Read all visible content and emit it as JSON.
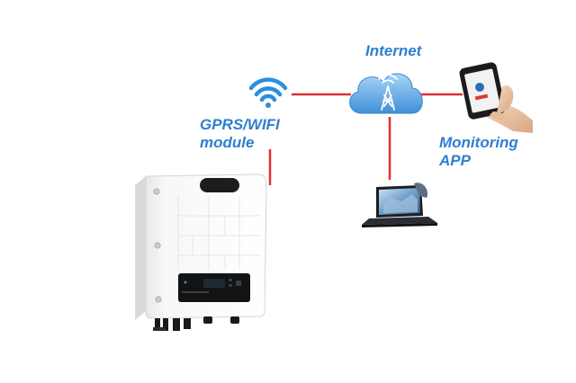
{
  "labels": {
    "gprs_wifi": "GPRS/WIFI",
    "module": "module",
    "internet": "Internet",
    "monitoring": "Monitoring",
    "app": "APP"
  },
  "icons": {
    "wifi": "wifi-icon",
    "cloud": "cloud-icon",
    "phone": "smartphone-icon",
    "laptop": "laptop-icon",
    "inverter": "inverter-device"
  },
  "colors": {
    "connector": "#e03030",
    "label": "#2f7fd0",
    "wifi": "#2a8fe0",
    "cloud_top": "#9fd0f5",
    "cloud_bottom": "#4a98de"
  }
}
